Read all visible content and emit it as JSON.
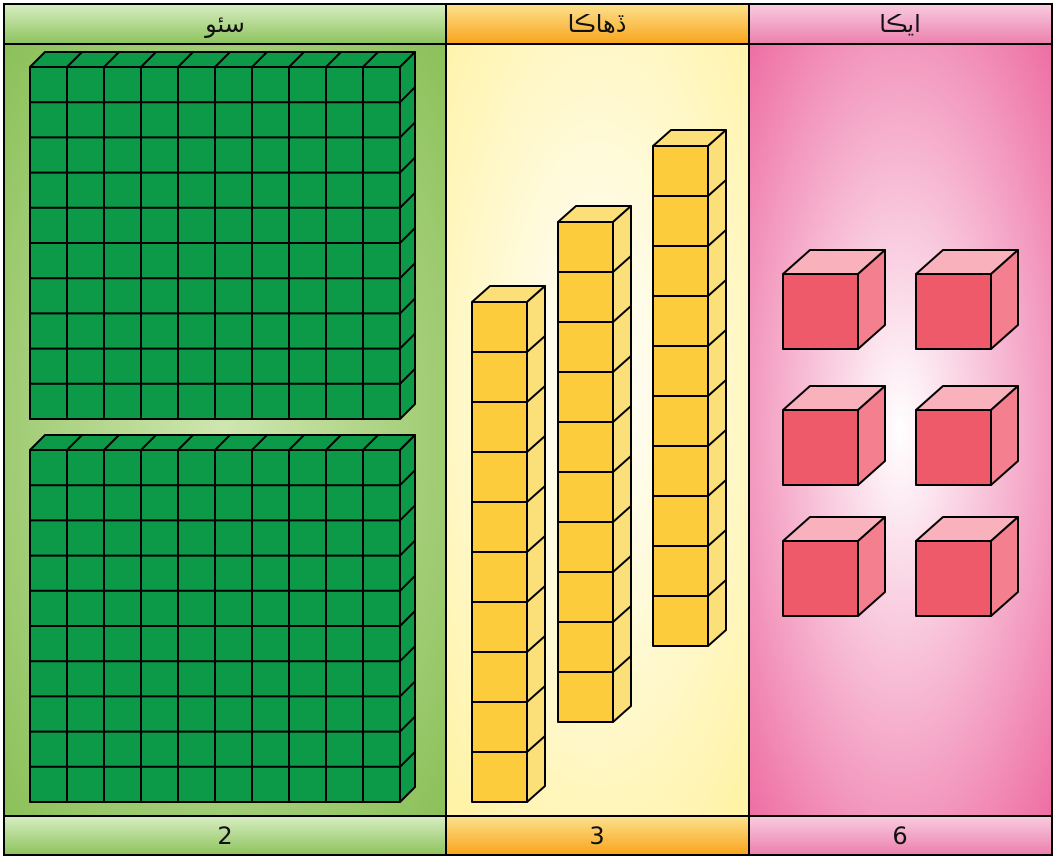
{
  "columns": [
    {
      "id": "hundreds",
      "header": "سئو",
      "count": 2,
      "count_label": "2"
    },
    {
      "id": "tens",
      "header": "ڏهاڪا",
      "count": 3,
      "count_label": "3"
    },
    {
      "id": "ones",
      "header": "ايڪا",
      "count": 6,
      "count_label": "6"
    }
  ],
  "colors": {
    "border": "#000000",
    "hundreds_bg_light": "#cfe6b0",
    "hundreds_bg_dark": "#8cc15a",
    "hundreds_header": "#8dc35c",
    "hundreds_cube": "#0d9a48",
    "tens_bg": "#fff3a8",
    "tens_header": "#f8a41b",
    "tens_cube_front": "#fccc3c",
    "tens_cube_side": "#fbe07a",
    "ones_bg_light": "#fbe2ee",
    "ones_bg_dark": "#ee6fa4",
    "ones_header": "#ec7fae",
    "ones_cube_front": "#ee5a6a",
    "ones_cube_side": "#f37f8f",
    "ones_cube_top": "#f9b2bc"
  }
}
